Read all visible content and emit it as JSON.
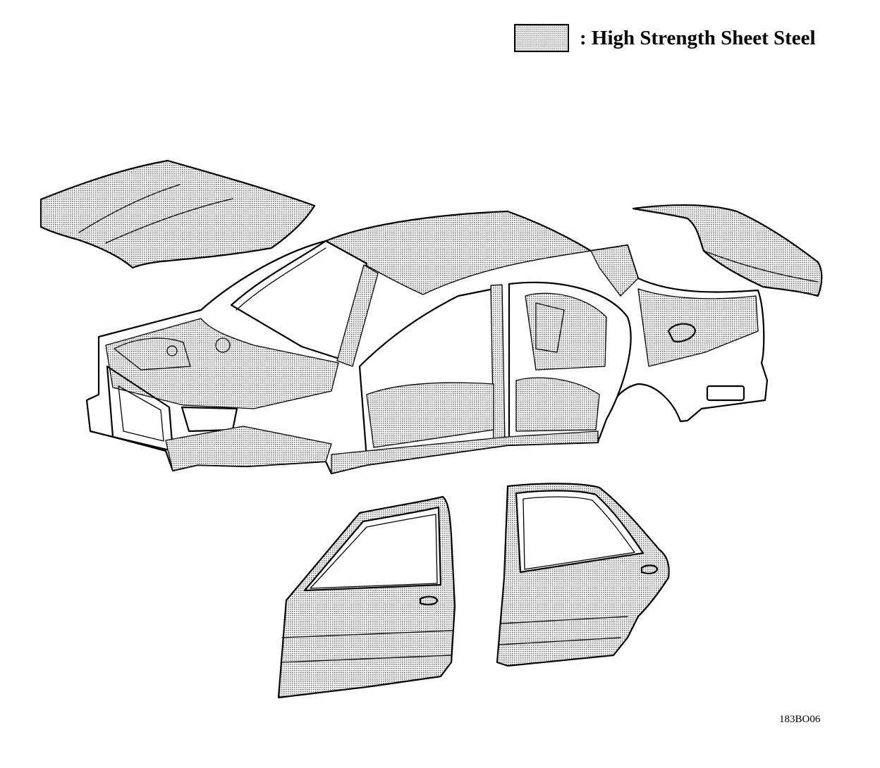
{
  "legend": {
    "label": ": High Strength Sheet Steel",
    "swatch_pattern": "dot-screen",
    "swatch_color": "#9a9a9a"
  },
  "figure_code": "183BO06",
  "parts": [
    {
      "name": "hood",
      "material": "high-strength-sheet-steel"
    },
    {
      "name": "trunk-lid",
      "material": "high-strength-sheet-steel"
    },
    {
      "name": "body-shell",
      "material": "partial"
    },
    {
      "name": "front-door",
      "material": "high-strength-sheet-steel"
    },
    {
      "name": "rear-door",
      "material": "high-strength-sheet-steel"
    }
  ]
}
